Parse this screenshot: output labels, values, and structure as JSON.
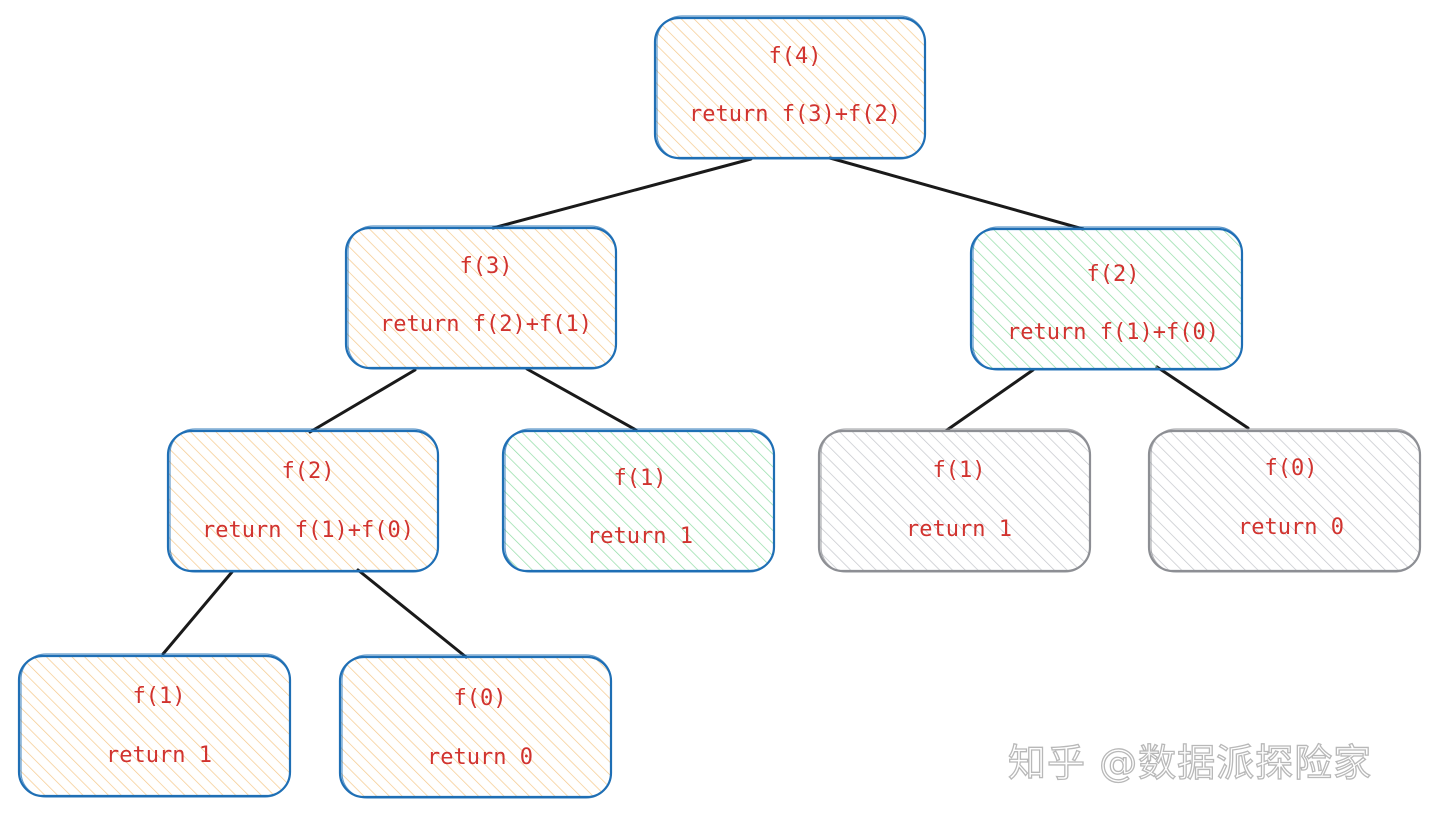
{
  "diagram": {
    "nodes": {
      "root": {
        "func": "f(4)",
        "ret": "return f(3)+f(2)"
      },
      "n3": {
        "func": "f(3)",
        "ret": "return f(2)+f(1)"
      },
      "n2r": {
        "func": "f(2)",
        "ret": "return f(1)+f(0)"
      },
      "n2l": {
        "func": "f(2)",
        "ret": "return f(1)+f(0)"
      },
      "n1m": {
        "func": "f(1)",
        "ret": "return 1"
      },
      "n1r": {
        "func": "f(1)",
        "ret": "return 1"
      },
      "n0r": {
        "func": "f(0)",
        "ret": "return 0"
      },
      "n1l": {
        "func": "f(1)",
        "ret": "return 1"
      },
      "n0l": {
        "func": "f(0)",
        "ret": "return 0"
      }
    },
    "edges": [
      [
        "root",
        "n3"
      ],
      [
        "root",
        "n2r"
      ],
      [
        "n3",
        "n2l"
      ],
      [
        "n3",
        "n1m"
      ],
      [
        "n2r",
        "n1r"
      ],
      [
        "n2r",
        "n0r"
      ],
      [
        "n2l",
        "n1l"
      ],
      [
        "n2l",
        "n0l"
      ]
    ]
  },
  "colors": {
    "text": "#d1332f",
    "edge": "#1a1a1a",
    "border_blue": "#1f6fb5",
    "border_gray": "#8d8f94",
    "hatch_orange": "#f5c88a",
    "hatch_green": "#8fdca4",
    "hatch_gray": "#c3c5ca"
  },
  "watermark": "知乎 @数据派探险家"
}
